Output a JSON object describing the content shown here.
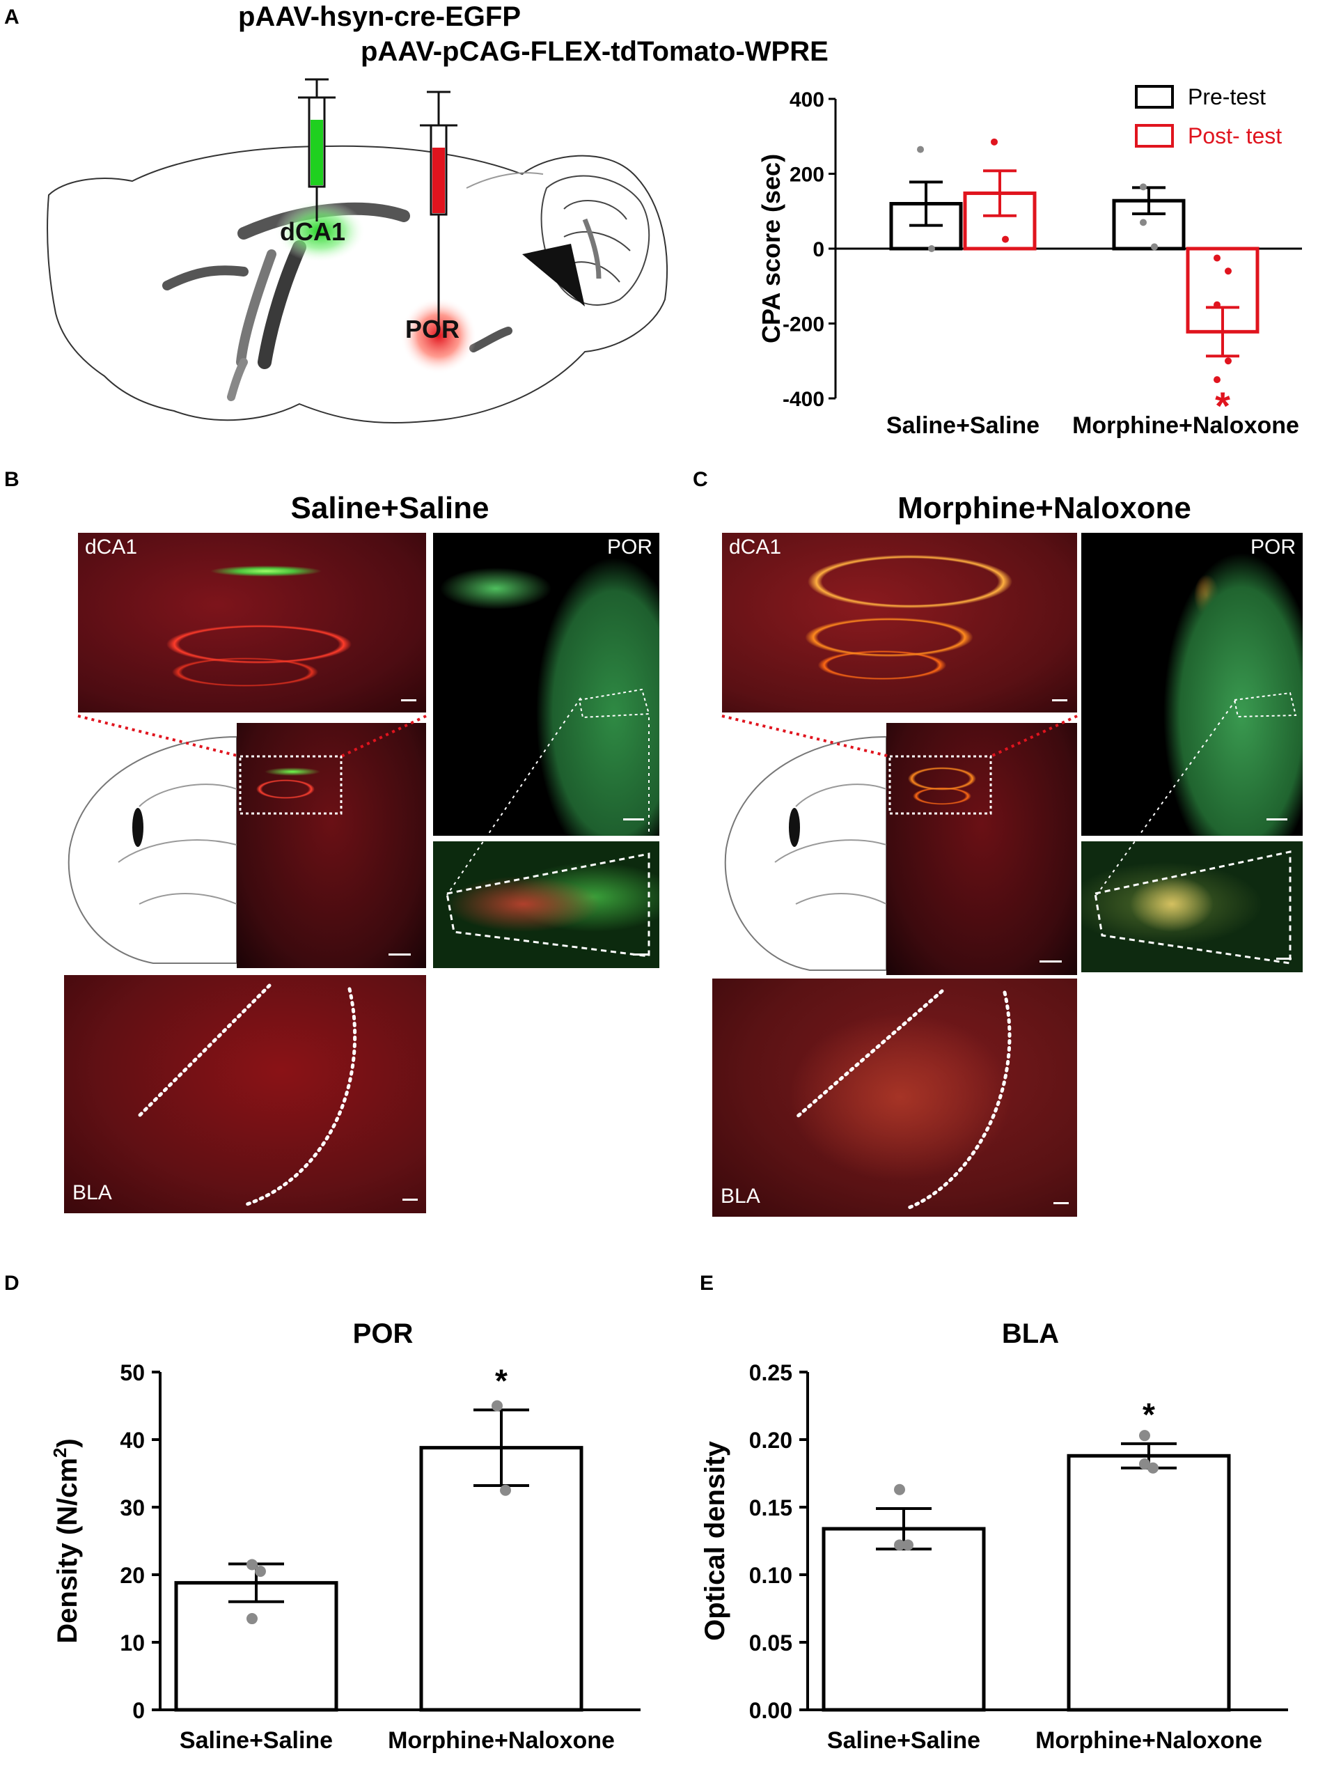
{
  "panels": {
    "A": "A",
    "B": "B",
    "C": "C",
    "D": "D",
    "E": "E"
  },
  "panelA": {
    "construct1": "pAAV-hsyn-cre-EGFP",
    "construct2": "pAAV-pCAG-FLEX-tdTomato-WPRE",
    "site1": "dCA1",
    "site2": "POR",
    "colors": {
      "green": "#1fd01f",
      "red": "#e0141e"
    }
  },
  "panelB": {
    "title": "Saline+Saline",
    "labels": {
      "dca1": "dCA1",
      "por": "POR",
      "bla": "BLA"
    }
  },
  "panelC": {
    "title": "Morphine+Naloxone",
    "labels": {
      "dca1": "dCA1",
      "por": "POR",
      "bla": "BLA"
    }
  },
  "chart_data": [
    {
      "id": "A",
      "type": "bar",
      "categories": [
        "Saline+Saline",
        "Morphine+Naloxone"
      ],
      "series": [
        {
          "name": "Pre-test",
          "color": "#000000",
          "values": [
            120,
            128
          ],
          "sem": [
            58,
            35
          ],
          "points": [
            [
              265,
              0
            ],
            [
              165,
              5,
              70
            ]
          ]
        },
        {
          "name": "Post- test",
          "color": "#e0141e",
          "values": [
            148,
            -222
          ],
          "sem": [
            60,
            65
          ],
          "points": [
            [
              285,
              25
            ],
            [
              -25,
              -60,
              -150,
              -300,
              -350
            ]
          ]
        }
      ],
      "ylabel": "CPA score (sec)",
      "ylim": [
        -400,
        400
      ],
      "yticks": [
        -400,
        -200,
        0,
        200,
        400
      ],
      "ytick_labels": [
        "-400",
        "-200",
        "0",
        "200",
        "400"
      ],
      "significance": "*",
      "legend": "top-right"
    },
    {
      "id": "D",
      "type": "bar",
      "title": "POR",
      "categories": [
        "Saline+Saline",
        "Morphine+Naloxone"
      ],
      "values": [
        18.8,
        38.8
      ],
      "sem": [
        2.8,
        5.6
      ],
      "points": [
        [
          21.5,
          20.5,
          13.5
        ],
        [
          45,
          32.5
        ]
      ],
      "ylabel_main": "Density (N/cm",
      "ylabel_sup": "2",
      "ylabel_end": ")",
      "ylim": [
        0,
        50
      ],
      "yticks": [
        0,
        10,
        20,
        30,
        40,
        50
      ],
      "ytick_labels": [
        "0",
        "10",
        "20",
        "30",
        "40",
        "50"
      ],
      "significance": "*"
    },
    {
      "id": "E",
      "type": "bar",
      "title": "BLA",
      "categories": [
        "Saline+Saline",
        "Morphine+Naloxone"
      ],
      "values": [
        0.134,
        0.188
      ],
      "sem": [
        0.015,
        0.009
      ],
      "points": [
        [
          0.163,
          0.122,
          0.122
        ],
        [
          0.203,
          0.179,
          0.182
        ]
      ],
      "ylabel": "Optical density",
      "ylim": [
        0,
        0.25
      ],
      "yticks": [
        0,
        0.05,
        0.1,
        0.15,
        0.2,
        0.25
      ],
      "ytick_labels": [
        "0.00",
        "0.05",
        "0.10",
        "0.15",
        "0.20",
        "0.25"
      ],
      "significance": "*"
    }
  ]
}
